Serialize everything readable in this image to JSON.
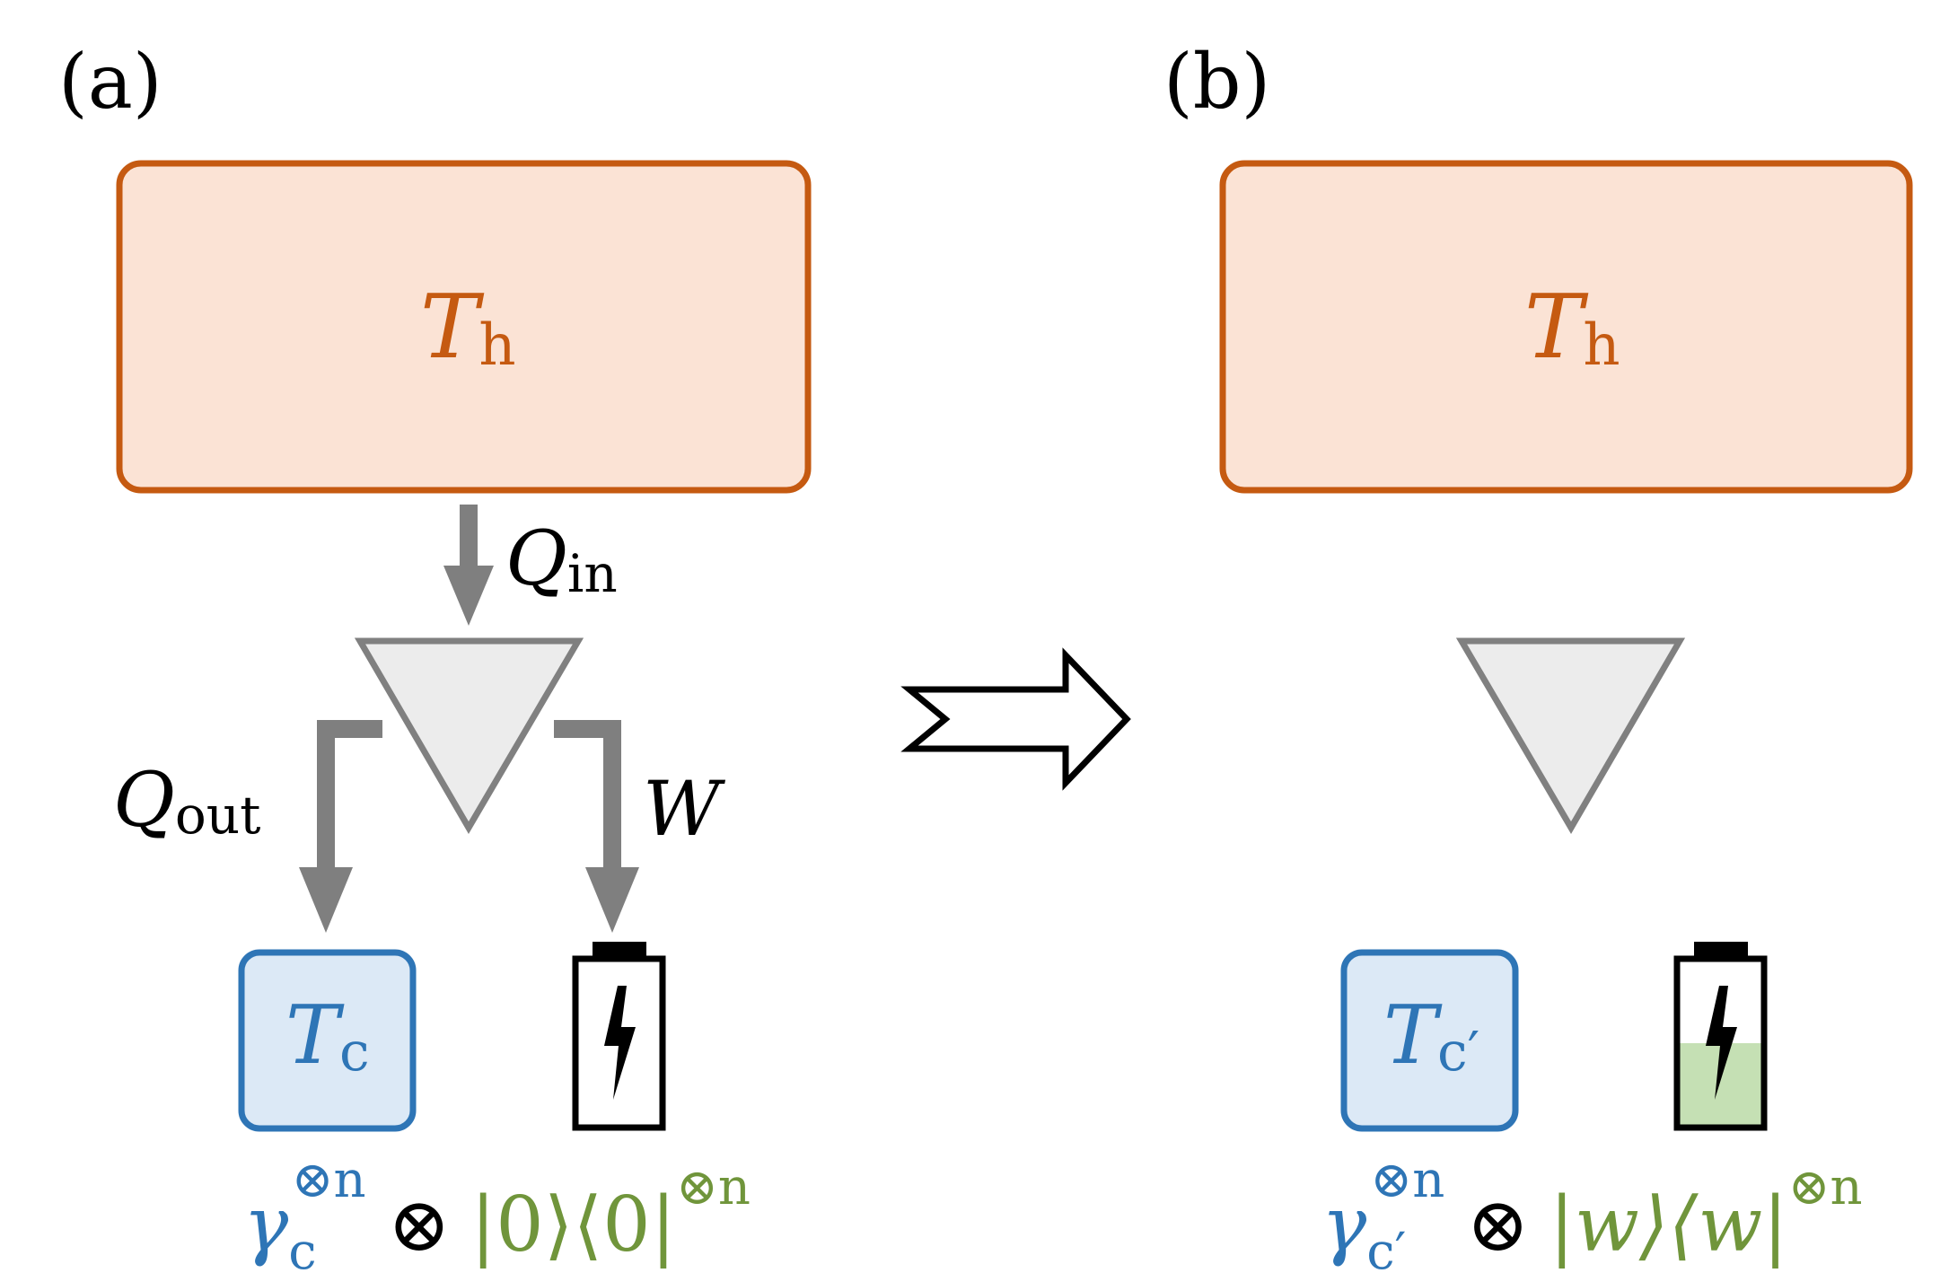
{
  "panels": [
    {
      "label": "(a)",
      "hot_reservoir": {
        "symbol": "T",
        "subscript": "h"
      },
      "cold_reservoir": {
        "symbol": "T",
        "subscript": "c"
      },
      "flows": {
        "heat_in": {
          "symbol": "Q",
          "subscript": "in"
        },
        "heat_out": {
          "symbol": "Q",
          "subscript": "out"
        },
        "work": {
          "symbol": "W"
        }
      },
      "battery_charge": 0,
      "state": {
        "gamma": "γ",
        "gamma_sub": "c",
        "gamma_sup": "⊗n",
        "tensor": "⊗",
        "ket_bra": "|0⟩⟨0|",
        "ket_sup": "⊗n"
      }
    },
    {
      "label": "(b)",
      "hot_reservoir": {
        "symbol": "T",
        "subscript": "h"
      },
      "cold_reservoir": {
        "symbol": "T",
        "subscript": "c′"
      },
      "battery_charge": 0.5,
      "state": {
        "gamma": "γ",
        "gamma_sub": "c′",
        "gamma_sup": "⊗n",
        "tensor": "⊗",
        "ket_bra": "|w⟩⟨w|",
        "ket_sup": "⊗n"
      }
    }
  ],
  "colors": {
    "hot_fill": "#fbe3d5",
    "hot_stroke": "#c55a11",
    "hot_text": "#c55a11",
    "cold_fill": "#dce9f6",
    "cold_stroke": "#2e75b6",
    "cold_text": "#2e75b6",
    "engine_fill": "#ececec",
    "engine_stroke": "#808080",
    "arrow": "#7f7f7f",
    "battery_charge_fill": "#c5e0b4",
    "state_green": "#70953b"
  }
}
